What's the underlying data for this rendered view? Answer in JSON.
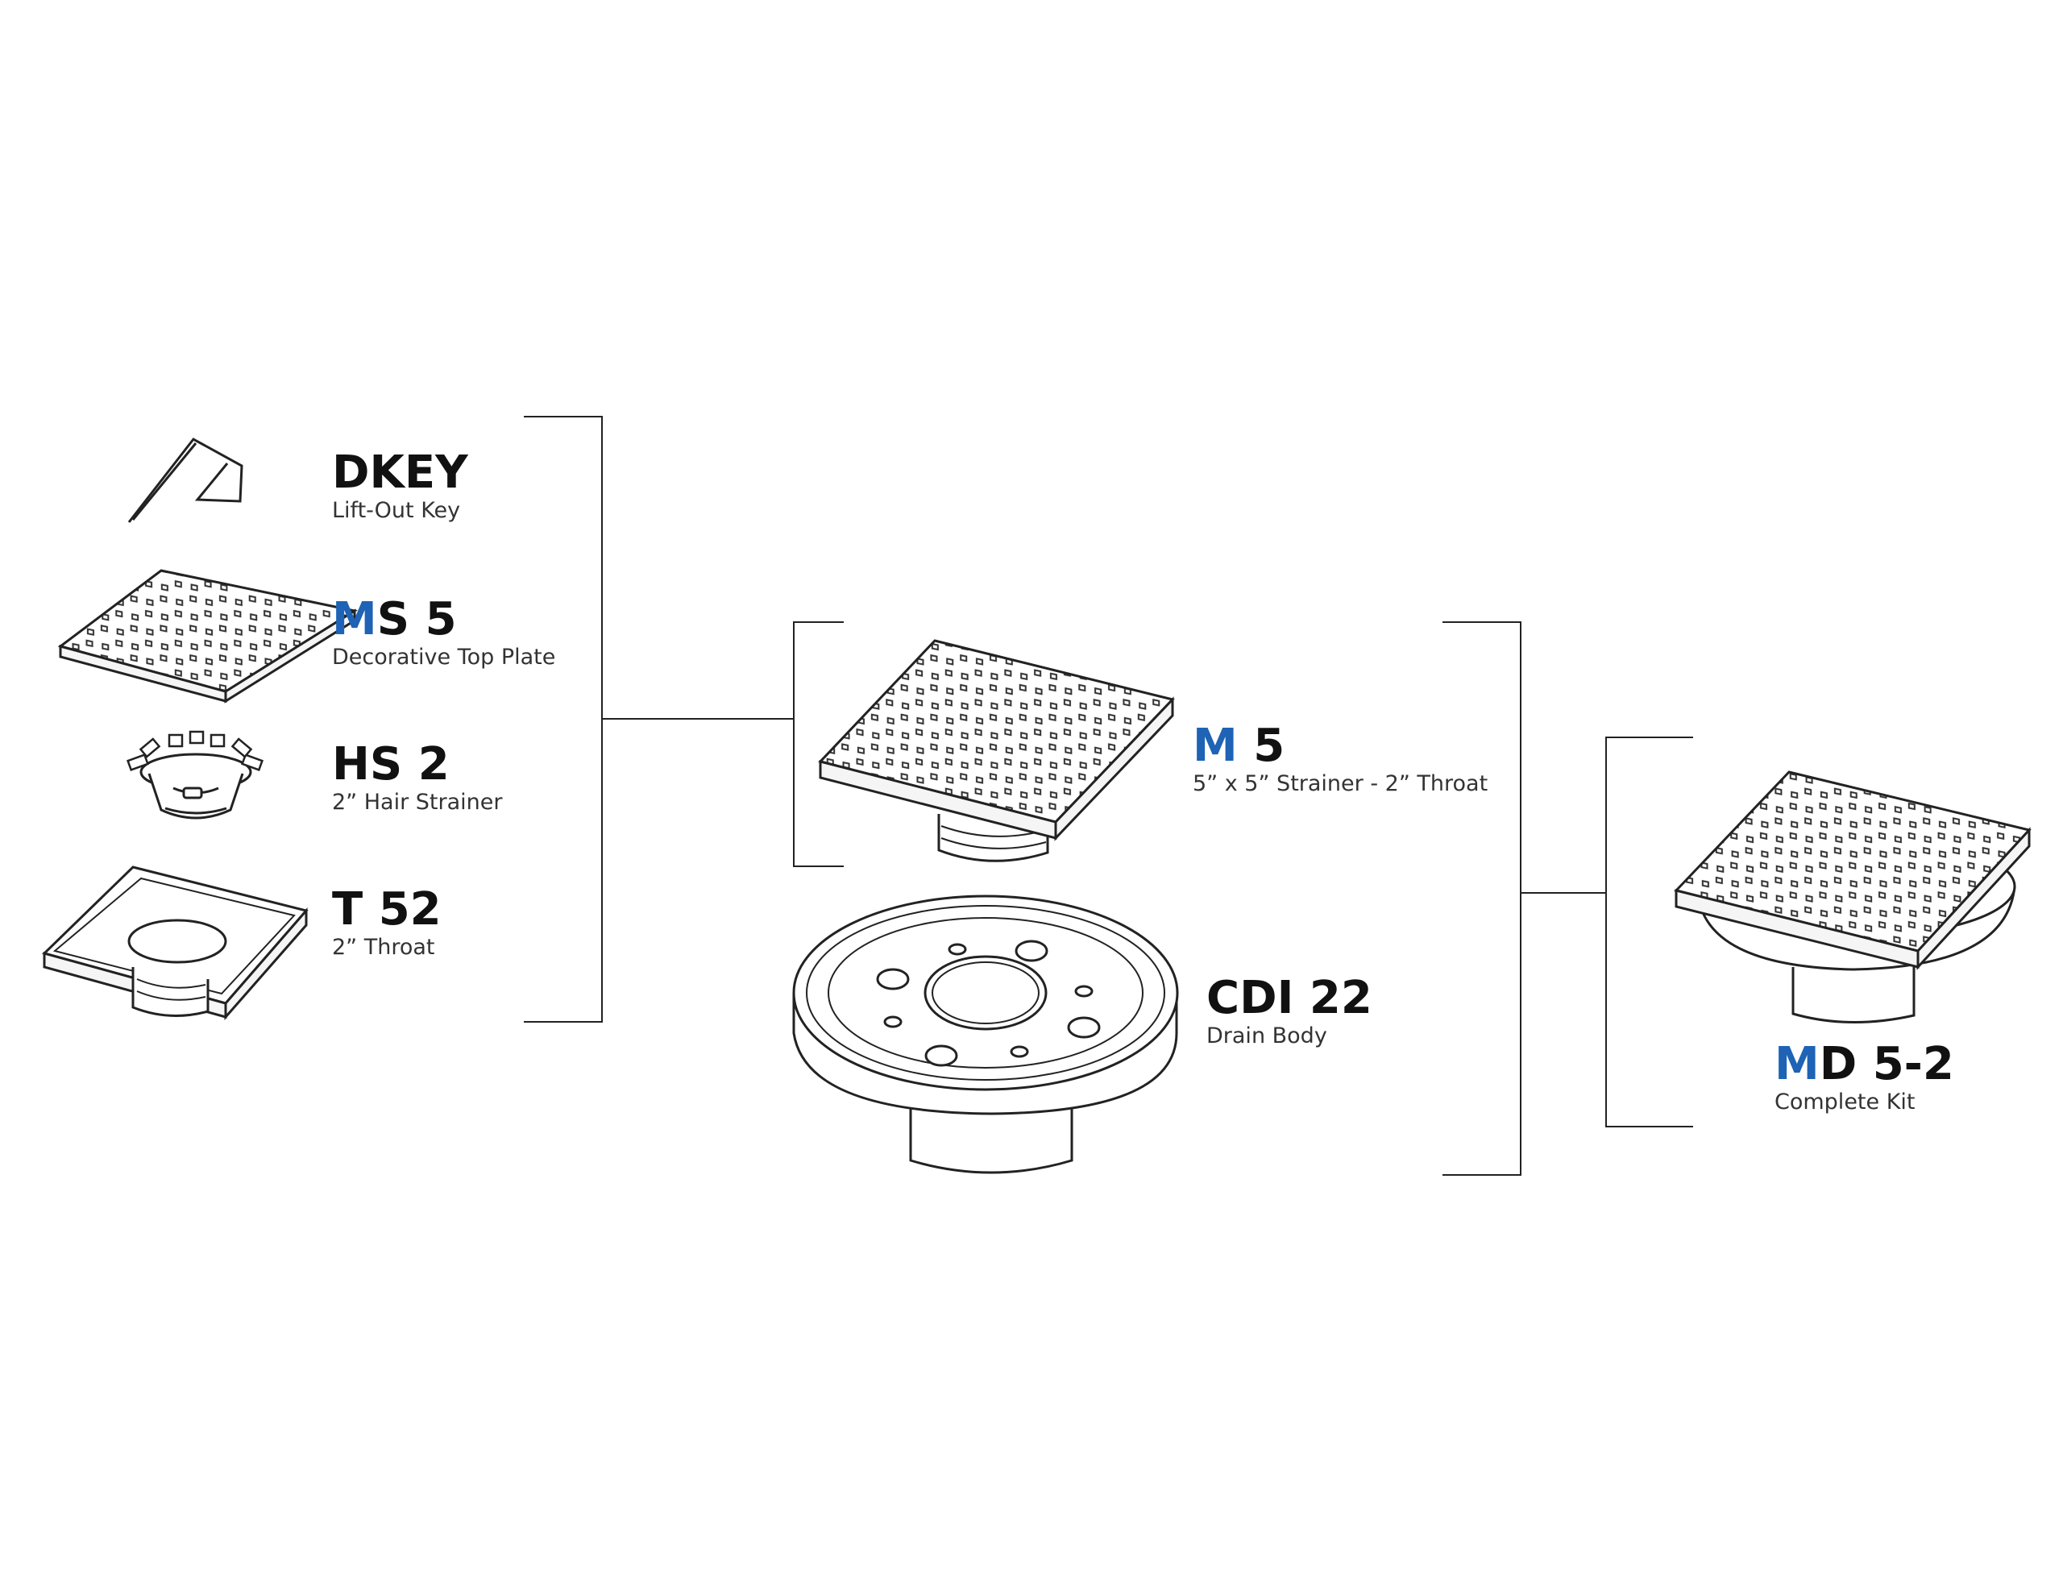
{
  "colors": {
    "accent": "#1e63b5",
    "text": "#111111",
    "line": "#222222"
  },
  "components": [
    {
      "id": "dkey",
      "icon": "lift-out-key-icon",
      "code_accent": "",
      "code_rest": "DKEY",
      "desc": "Lift-Out Key"
    },
    {
      "id": "ms5",
      "icon": "decorative-top-plate-icon",
      "code_accent": "M",
      "code_rest": "S 5",
      "desc": "Decorative Top Plate"
    },
    {
      "id": "hs2",
      "icon": "hair-strainer-icon",
      "code_accent": "",
      "code_rest": "HS 2",
      "desc": "2” Hair Strainer"
    },
    {
      "id": "t52",
      "icon": "throat-icon",
      "code_accent": "",
      "code_rest": "T 52",
      "desc": "2” Throat"
    }
  ],
  "assemblies": [
    {
      "id": "m5",
      "icon": "strainer-icon",
      "code_accent": "M",
      "code_rest": " 5",
      "desc": "5” x 5” Strainer - 2” Throat"
    },
    {
      "id": "cdi22",
      "icon": "drain-body-icon",
      "code_accent": "",
      "code_rest": "CDI 22",
      "desc": "Drain Body"
    }
  ],
  "kit": {
    "id": "md52",
    "icon": "complete-kit-icon",
    "code_accent": "M",
    "code_rest": "D 5-2",
    "desc": "Complete Kit"
  }
}
